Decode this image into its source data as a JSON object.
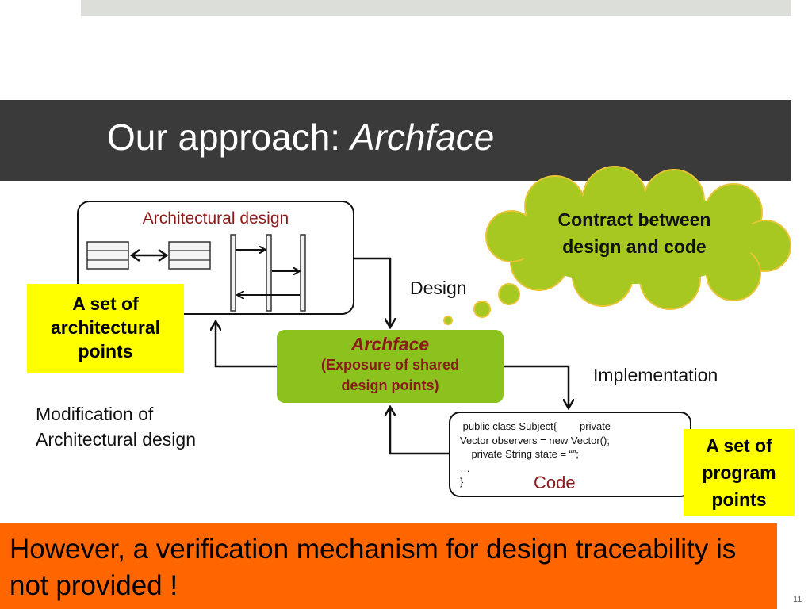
{
  "title": {
    "prefix": "Our approach: ",
    "emphasis": "Archface"
  },
  "architectural_design": {
    "title": "Architectural design"
  },
  "set_of_architectural_points": {
    "lines": [
      "A set of",
      "architectural",
      "points"
    ]
  },
  "labels": {
    "design": "Design",
    "implementation": "Implementation"
  },
  "modification": {
    "lines": [
      "Modification of",
      "Architectural design"
    ]
  },
  "archface": {
    "title": "Archface",
    "subtitle_lines": [
      "(Exposure of shared",
      "design points)"
    ]
  },
  "contract_cloud": {
    "lines": [
      "Contract between",
      "design and code"
    ]
  },
  "code_box": {
    "lines": [
      " public class Subject{        private",
      "Vector observers = new Vector();",
      "    private String state = “”;",
      "…",
      "}"
    ],
    "label": "Code"
  },
  "set_of_program_points": {
    "lines": [
      "A set of",
      "program",
      "points"
    ]
  },
  "note": {
    "text": "However, a verification mechanism for design traceability is not provided !"
  },
  "slide_number": "11",
  "colors": {
    "title_band": "#3a3a3a",
    "accent_red": "#8b1a1a",
    "green": "#8cc21d",
    "yellow": "#ffff00",
    "orange": "#ff6600"
  },
  "icons": [
    "component-icon",
    "sequence-lifeline-icon",
    "thought-cloud-icon",
    "arrow-icon"
  ]
}
